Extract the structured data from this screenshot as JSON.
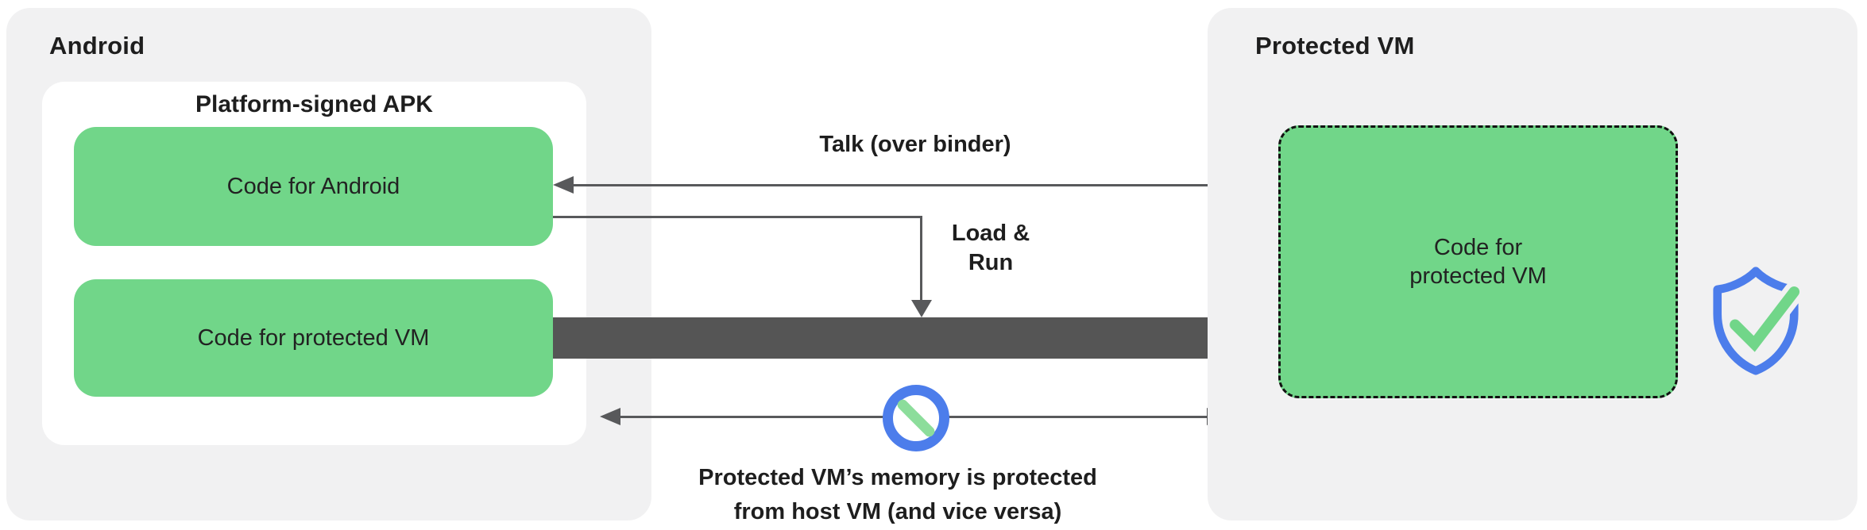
{
  "colors": {
    "panel_bg": "#F1F1F2",
    "box_green": "#71D689",
    "thick_arrow_gray": "#555555",
    "thin_arrow_gray": "#58595B",
    "text_dark": "#1E1E1E",
    "shield_blue": "#4C7DEB",
    "check_green": "#71D689",
    "slash_green": "#8CDD9B",
    "dashed_border": "#111111",
    "apk_box_bg": "#FFFFFF"
  },
  "android_panel": {
    "title": "Android",
    "apk_box_title": "Platform-signed APK",
    "code_android_box": "Code for Android",
    "code_pvm_box": "Code for protected VM"
  },
  "protected_vm_panel": {
    "title": "Protected VM",
    "code_box_line1": "Code for",
    "code_box_line2": "protected VM"
  },
  "annotations": {
    "talk_arrow": "Talk (over binder)",
    "load_run_line1": "Load &",
    "load_run_line2": "Run",
    "memory_note_line1": "Protected VM’s memory is protected",
    "memory_note_line2": "from host VM (and vice versa)"
  },
  "icons": {
    "shield_check": "verified-shield-icon",
    "prohibited": "no-access-icon"
  }
}
